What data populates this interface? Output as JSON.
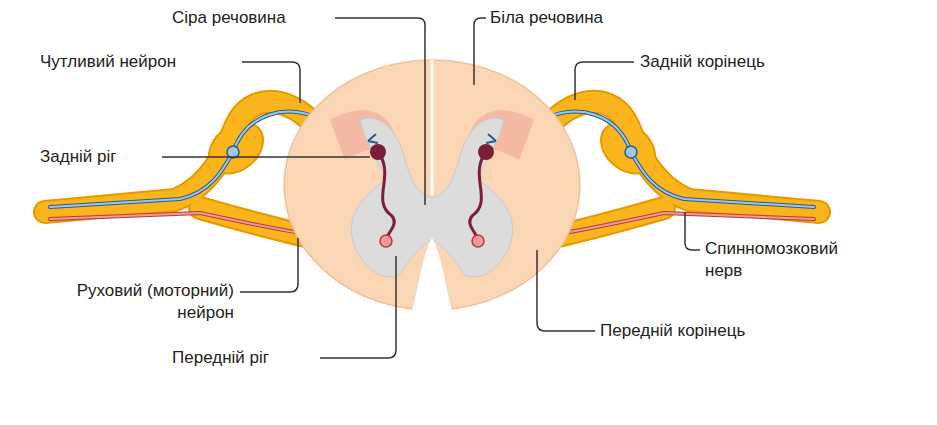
{
  "diagram": {
    "labels": [
      "Сіра речовина",
      "Біла речовина",
      "Чутливий нейрон",
      "Задній корінець",
      "Задній ріг",
      "Спинномозковий нерв",
      "Руховий (моторний) нейрон",
      "Передній корінець",
      "Передній ріг"
    ]
  }
}
